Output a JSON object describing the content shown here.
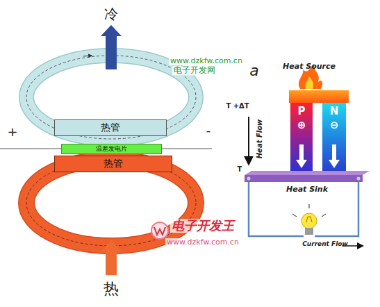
{
  "diagram": {
    "nodes": [
      {
        "text": [
          "热管"
        ]
      },
      {
        "text": [
          "温差发电片"
        ]
      },
      {
        "text": [
          "热管"
        ]
      },
      {
        "text": [
          "P",
          "⊕"
        ]
      },
      {
        "text": [
          "N",
          "⊖"
        ]
      }
    ],
    "labels": [
      "冷",
      "+",
      "-",
      "www.dzkfw.com.cn",
      "电子开发网",
      "a",
      "Heat Source",
      "T +ΔT",
      "Heat Flow",
      "T",
      "Heat Sink",
      "电子开发王",
      "www.dzkfw.com.cn",
      "Current Flow",
      "热"
    ]
  }
}
